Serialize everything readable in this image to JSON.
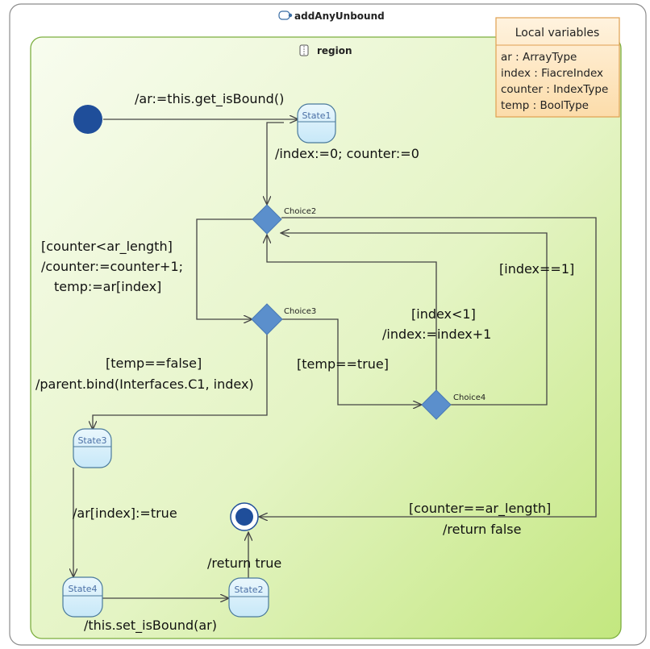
{
  "machine": {
    "title": "addAnyUnbound"
  },
  "region": {
    "title": "region"
  },
  "local_variables": {
    "title": "Local variables",
    "items": [
      "ar : ArrayType",
      "index : FiacreIndex",
      "counter : IndexType",
      "temp : BoolType"
    ]
  },
  "states": {
    "state1": "State1",
    "state2": "State2",
    "state3": "State3",
    "state4": "State4"
  },
  "choices": {
    "choice2": "Choice2",
    "choice3": "Choice3",
    "choice4": "Choice4"
  },
  "transitions": {
    "init_to_state1": "/ar:=this.get_isBound()",
    "state1_to_choice2": "/index:=0; counter:=0",
    "choice2_to_choice3": [
      "[counter<ar_length]",
      "/counter:=counter+1;",
      "temp:=ar[index]"
    ],
    "choice4_to_choice2": "[index==1]",
    "choice4_to_choice2_loop": [
      "[index<1]",
      "/index:=index+1"
    ],
    "choice3_to_choice4": "[temp==true]",
    "choice3_to_state3": [
      "[temp==false]",
      "/parent.bind(Interfaces.C1, index)"
    ],
    "state3_to_state4": "/ar[index]:=true",
    "state4_to_state2": "/this.set_isBound(ar)",
    "state2_to_final": "/return true",
    "choice2_to_final": [
      "[counter==ar_length]",
      "/return false"
    ]
  },
  "colors": {
    "region_fill_start": "#f6fbe9",
    "region_fill_end": "#c7ea86",
    "region_stroke": "#7cae3f",
    "state_fill": "#d8f0fb",
    "state_stroke": "#4a7a9c",
    "choice_fill": "#5b8fcc",
    "node_fill": "#1f4e9a",
    "local_vars_fill": "#fde6c4",
    "local_vars_stroke": "#e0a050"
  }
}
